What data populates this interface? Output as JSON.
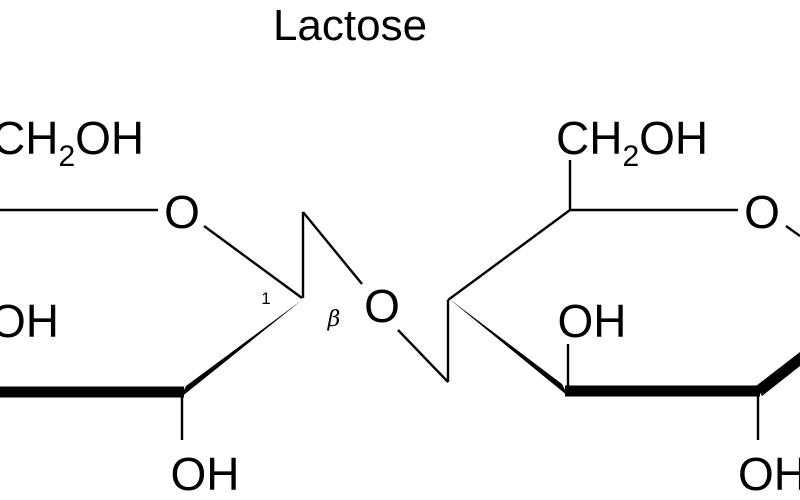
{
  "title": "Lactose",
  "left_ring": {
    "substituent_top": {
      "main": "CH",
      "sub": "2",
      "tail": "OH"
    },
    "ring_oxygen": "O",
    "hydroxyl_c3": "OH",
    "hydroxyl_c2": "OH",
    "anomeric_number": "1"
  },
  "glycosidic": {
    "oxygen": "O",
    "configuration": "β"
  },
  "right_ring": {
    "substituent_top": {
      "main": "CH",
      "sub": "2",
      "tail": "OH"
    },
    "ring_oxygen": "O",
    "hydroxyl_c3": "OH",
    "hydroxyl_c2": "OH"
  }
}
